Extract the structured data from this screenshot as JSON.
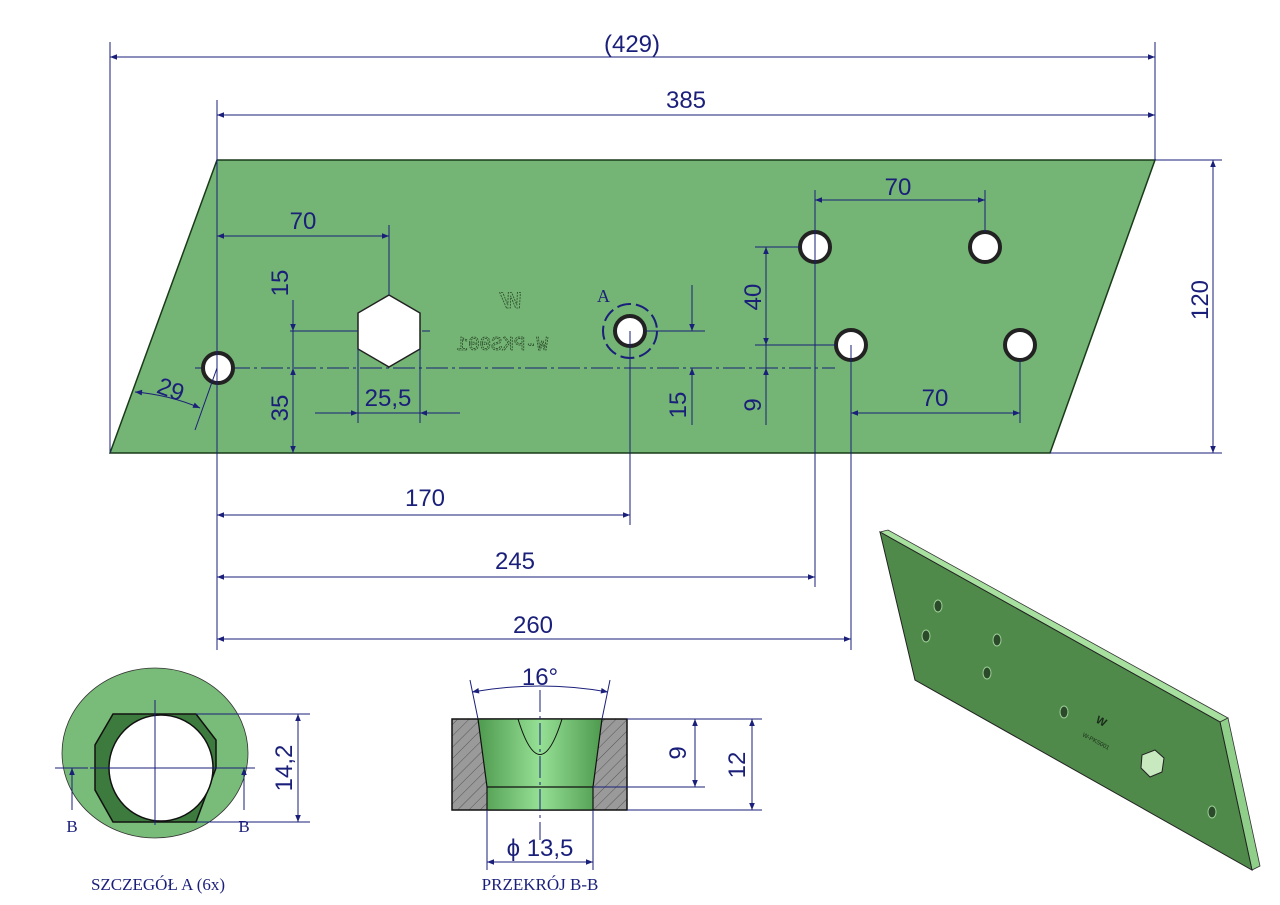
{
  "drawing": {
    "dimensions": {
      "overall_length": "(429)",
      "top_length": "385",
      "height": "120",
      "hex_offset": "70",
      "hex_vertical_15": "15",
      "hole_35": "35",
      "hex_width": "25,5",
      "angle_29": "29",
      "dist_170": "170",
      "dist_245": "245",
      "dist_260": "260",
      "spacing_top_70": "70",
      "spacing_40": "40",
      "spacing_9": "9",
      "right_15": "15",
      "spacing_bottom_70": "70"
    },
    "detail_marker": "A",
    "engraving": "W-PKS001",
    "detail_a": {
      "dimension": "14,2",
      "section_mark_left": "B",
      "section_mark_right": "B",
      "caption": "SZCZEGÓŁ A (6x)"
    },
    "section_bb": {
      "angle": "16°",
      "depth_9": "9",
      "depth_12": "12",
      "diameter": "ϕ 13,5",
      "caption": "PRZEKRÓJ B-B"
    },
    "colors": {
      "plate": "#74b474",
      "line": "#1a1f7a",
      "hatch": "#9a9a9a"
    }
  }
}
